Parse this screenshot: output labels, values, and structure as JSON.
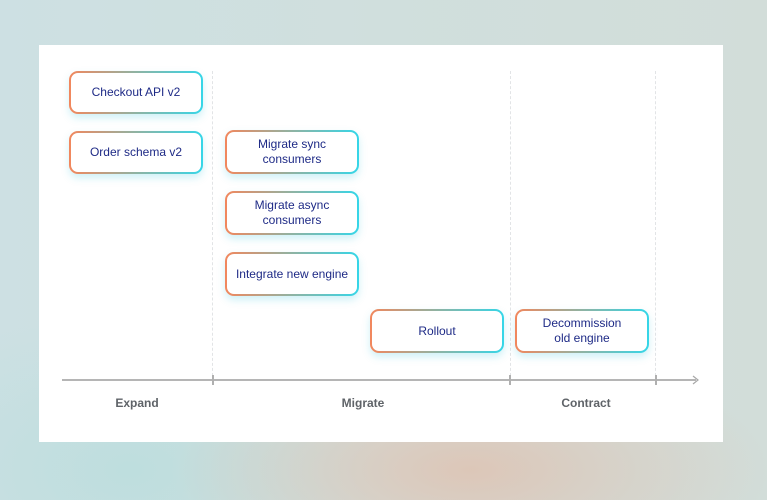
{
  "diagram": {
    "type": "phase-timeline",
    "phases": [
      {
        "label": "Expand"
      },
      {
        "label": "Migrate"
      },
      {
        "label": "Contract"
      }
    ],
    "tasks": [
      {
        "label": "Checkout API v2",
        "phase": "Expand"
      },
      {
        "label": "Order schema v2",
        "phase": "Expand"
      },
      {
        "label": "Migrate sync consumers",
        "phase": "Migrate"
      },
      {
        "label": "Migrate async consumers",
        "phase": "Migrate"
      },
      {
        "label": "Integrate new engine",
        "phase": "Migrate"
      },
      {
        "label": "Rollout",
        "phase": "Migrate"
      },
      {
        "label": "Decommission old engine",
        "phase": "Contract"
      }
    ],
    "colors": {
      "card_border_start": "#f2875d",
      "card_border_end": "#35d6e8",
      "card_text": "#1e2a86",
      "phase_label": "#5f6368",
      "axis": "#b5b5b5"
    }
  }
}
